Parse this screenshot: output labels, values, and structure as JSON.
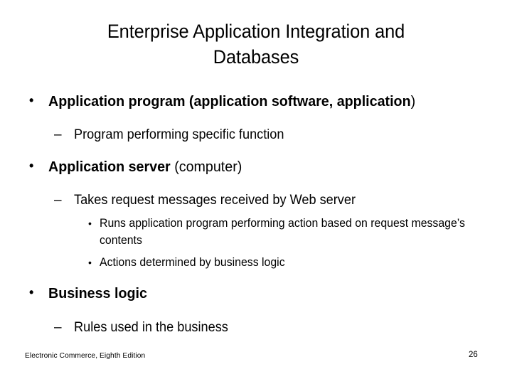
{
  "slide": {
    "title_line1": "Enterprise Application Integration and",
    "title_line2": "Databases",
    "background_color": "#ffffff",
    "text_color": "#000000"
  },
  "markers": {
    "level1": "•",
    "level2": "–",
    "level3": "•"
  },
  "bullets": {
    "b1": {
      "level": 1,
      "bold_head": "Application program",
      "paren_open": " (",
      "bold_term1": "application software",
      "comma": ", ",
      "bold_term2": "application",
      "paren_close": ")",
      "plain_text": "Application program (application software, application)"
    },
    "b1s1": {
      "level": 2,
      "text": "Program performing specific function"
    },
    "b2": {
      "level": 1,
      "bold_head": "Application server",
      "regular_tail": " (computer)",
      "plain_text": "Application server (computer)"
    },
    "b2s1": {
      "level": 2,
      "text": "Takes request messages received by Web server"
    },
    "b2s1a": {
      "level": 3,
      "text": "Runs application program performing action based on request message’s contents"
    },
    "b2s1b": {
      "level": 3,
      "text": "Actions determined by business logic"
    },
    "b3": {
      "level": 1,
      "bold_head": "Business logic",
      "plain_text": "Business logic"
    },
    "b3s1": {
      "level": 2,
      "text": "Rules used in the business"
    }
  },
  "footer": {
    "source": "Electronic Commerce, Eighth Edition",
    "page_number": "26"
  }
}
